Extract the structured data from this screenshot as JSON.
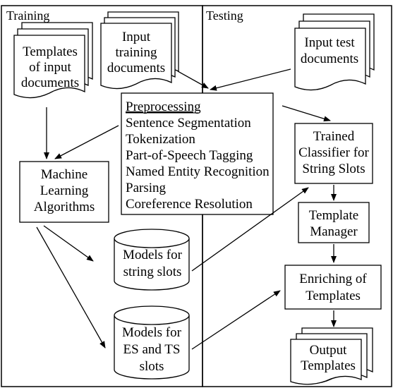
{
  "panels": {
    "training_title": "Training",
    "testing_title": "Testing"
  },
  "templates_doc": {
    "line1": "Templates",
    "line2": "of input",
    "line3": "documents"
  },
  "input_training_doc": {
    "line1": "Input",
    "line2": "training",
    "line3": "documents"
  },
  "input_test_doc": {
    "line1": "Input  test",
    "line2": "documents"
  },
  "preprocessing": {
    "heading": "Preprocessing",
    "steps": [
      "Sentence Segmentation",
      "Tokenization",
      "Part-of-Speech Tagging",
      "Named Entity Recognition",
      "Parsing",
      "Coreference Resolution"
    ]
  },
  "ml_algorithms": {
    "line1": "Machine",
    "line2": "Learning",
    "line3": "Algorithms"
  },
  "models_string": {
    "line1": "Models for",
    "line2": "string slots"
  },
  "models_es_ts": {
    "line1": "Models for",
    "line2": "ES and TS",
    "line3": "slots"
  },
  "trained_classifier": {
    "line1": "Trained",
    "line2": "Classifier for",
    "line3": "String Slots"
  },
  "template_manager": {
    "line1": "Template",
    "line2": "Manager"
  },
  "enriching": {
    "line1": "Enriching of",
    "line2": "Templates"
  },
  "output_templates": {
    "line1": "Output",
    "line2": "Templates"
  }
}
